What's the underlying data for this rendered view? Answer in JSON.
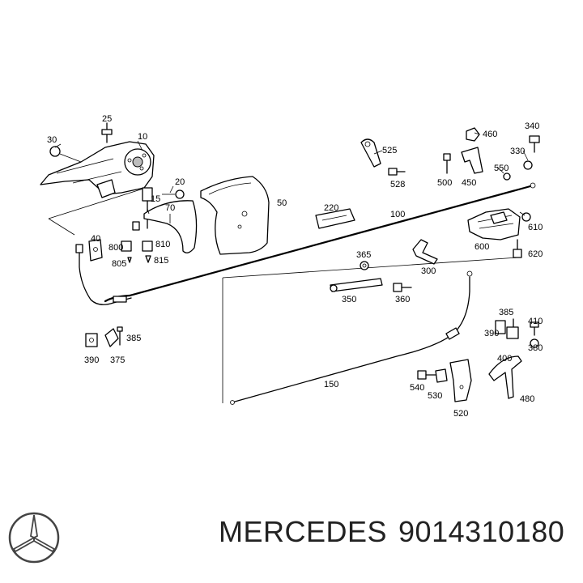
{
  "diagram": {
    "labels": {
      "l10": "10",
      "l15": "15",
      "l20": "20",
      "l25": "25",
      "l30": "30",
      "l40": "40",
      "l50": "50",
      "l70": "70",
      "l100": "100",
      "l150": "150",
      "l220": "220",
      "l300": "300",
      "l330": "330",
      "l340": "340",
      "l350": "350",
      "l360": "360",
      "l365": "365",
      "l375": "375",
      "l380": "380",
      "l385a": "385",
      "l385b": "385",
      "l390a": "390",
      "l390b": "390",
      "l400": "400",
      "l410": "410",
      "l450": "450",
      "l460": "460",
      "l480": "480",
      "l500": "500",
      "l520": "520",
      "l525": "525",
      "l528": "528",
      "l530": "530",
      "l540": "540",
      "l550": "550",
      "l600": "600",
      "l610": "610",
      "l620": "620",
      "l800": "800",
      "l805": "805",
      "l810": "810",
      "l815": "815"
    }
  },
  "footer": {
    "brand": "MERCEDES",
    "part_number": "9014310180",
    "logo_icon": "mercedes-star-icon"
  }
}
